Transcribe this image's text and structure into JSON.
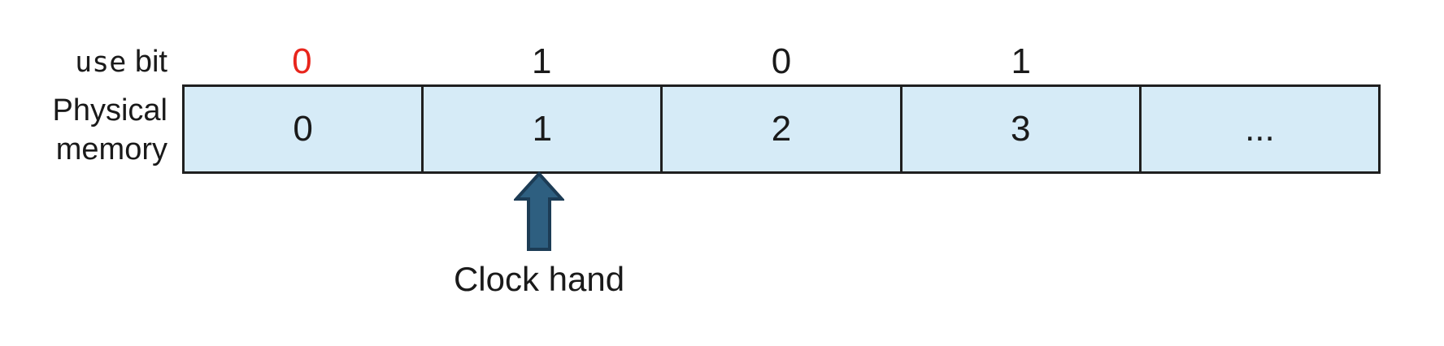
{
  "diagram": {
    "use_bit_label": {
      "mono": "use",
      "rest": " bit"
    },
    "physical_memory_label": {
      "line1": "Physical",
      "line2": "memory"
    },
    "use_bits": [
      {
        "value": "0",
        "color": "#e8251c"
      },
      {
        "value": "1",
        "color": "#1a1a1a"
      },
      {
        "value": "0",
        "color": "#1a1a1a"
      },
      {
        "value": "1",
        "color": "#1a1a1a"
      }
    ],
    "frames": [
      "0",
      "1",
      "2",
      "3",
      "..."
    ],
    "clock_hand": {
      "label": "Clock hand",
      "points_to_frame": "1"
    },
    "colors": {
      "frame_fill": "#d6ebf7",
      "frame_border": "#1f1f1f",
      "arrow_fill": "#2e5f80",
      "arrow_stroke": "#1c3c55",
      "use_bit_highlight": "#e8251c",
      "text": "#1a1a1a"
    }
  }
}
